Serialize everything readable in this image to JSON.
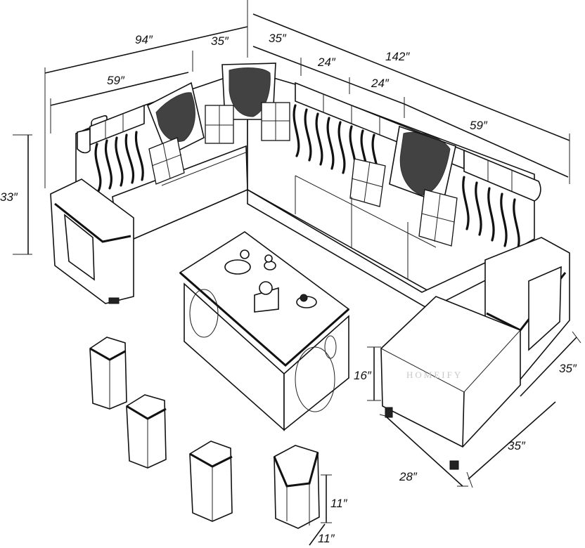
{
  "diagram": {
    "subject": "sectional-sofa-with-coffee-table-and-stools",
    "watermark": "HOMEIFY",
    "dimensions": {
      "left_section_total": "94″",
      "left_section_seat": "59″",
      "corner_left": "35″",
      "corner_right": "35″",
      "right_section_total": "142″",
      "right_module_a": "24″",
      "right_module_b": "24″",
      "right_section_seat": "59″",
      "height": "33″",
      "seat_height": "16″",
      "chaise_depth": "35″",
      "chaise_width_side": "35″",
      "chaise_front": "28″",
      "stool_height": "11″",
      "stool_width": "11″"
    }
  }
}
